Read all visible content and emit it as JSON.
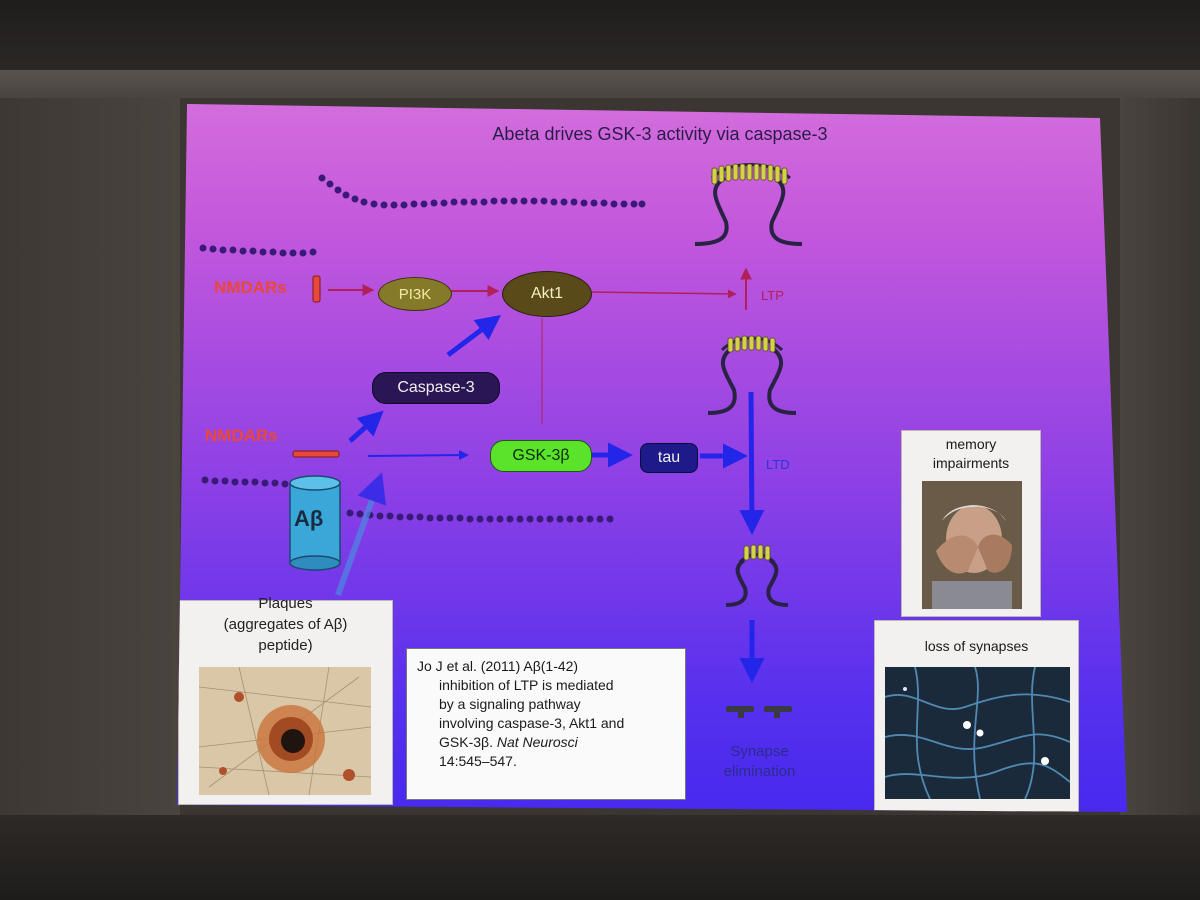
{
  "title": "Abeta drives GSK-3 activity via caspase-3",
  "nodes": {
    "nmdar_top": "NMDARs",
    "nmdar_bottom": "NMDARs",
    "pi3k": "PI3K",
    "akt1": "Akt1",
    "caspase3": "Caspase-3",
    "gsk3b": "GSK-3β",
    "tau": "tau",
    "abeta": "Aβ"
  },
  "labels": {
    "ltp": "LTP",
    "ltd": "LTD",
    "synapse_elimination_line1": "Synapse",
    "synapse_elimination_line2": "elimination"
  },
  "plaques": {
    "line1": "Plaques",
    "line2": "(aggregates of Aβ)",
    "line3": "peptide)"
  },
  "reference": {
    "line1": "Jo J et al. (2011) Aβ(1-42)",
    "line2": "inhibition of LTP is mediated",
    "line3": "by a signaling pathway",
    "line4": "involving caspase-3, Akt1 and",
    "line5_prefix": "GSK-3β.",
    "line5_journal": "Nat Neurosci",
    "line6": "14:545–547."
  },
  "panels": {
    "memory_line1": "memory",
    "memory_line2": "impairments",
    "synapse_loss": "loss of synapses"
  },
  "colors": {
    "activation_red": "#b0205a",
    "signal_blue": "#2326e8",
    "gsk_green": "#5be32c",
    "pi3k_olive": "#857a2a",
    "node_dark": "#2a1654"
  }
}
